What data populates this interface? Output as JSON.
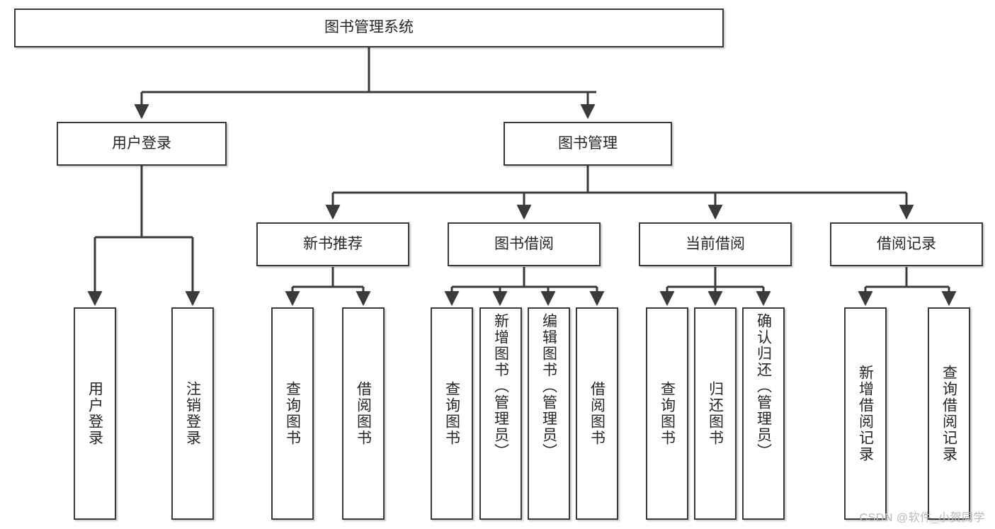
{
  "diagram": {
    "type": "tree-hierarchy",
    "title": "图书管理系统",
    "root": {
      "id": "root",
      "label": "图书管理系统"
    },
    "level1": [
      {
        "id": "user-login",
        "label": "用户登录"
      },
      {
        "id": "book-management",
        "label": "图书管理"
      }
    ],
    "level2": [
      {
        "id": "new-book-recommend",
        "label": "新书推荐",
        "parent": "book-management"
      },
      {
        "id": "book-borrow",
        "label": "图书借阅",
        "parent": "book-management"
      },
      {
        "id": "current-borrow",
        "label": "当前借阅",
        "parent": "book-management"
      },
      {
        "id": "borrow-record",
        "label": "借阅记录",
        "parent": "book-management"
      }
    ],
    "leaves": [
      {
        "id": "leaf-user-login",
        "label": "用户登录",
        "parent": "user-login"
      },
      {
        "id": "leaf-user-logout",
        "label": "注销登录",
        "parent": "user-login"
      },
      {
        "id": "leaf-query-book-1",
        "label": "查询图书",
        "parent": "new-book-recommend"
      },
      {
        "id": "leaf-borrow-book-1",
        "label": "借阅图书",
        "parent": "new-book-recommend"
      },
      {
        "id": "leaf-query-book-2",
        "label": "查询图书",
        "parent": "book-borrow"
      },
      {
        "id": "leaf-add-book",
        "label": "新增图书（管理员）",
        "parent": "book-borrow"
      },
      {
        "id": "leaf-edit-book",
        "label": "编辑图书（管理员）",
        "parent": "book-borrow"
      },
      {
        "id": "leaf-borrow-book-2",
        "label": "借阅图书",
        "parent": "book-borrow"
      },
      {
        "id": "leaf-query-book-3",
        "label": "查询图书",
        "parent": "current-borrow"
      },
      {
        "id": "leaf-return-book",
        "label": "归还图书",
        "parent": "current-borrow"
      },
      {
        "id": "leaf-confirm-return",
        "label": "确认归还（管理员）",
        "parent": "current-borrow"
      },
      {
        "id": "leaf-add-record",
        "label": "新增借阅记录",
        "parent": "borrow-record"
      },
      {
        "id": "leaf-query-record",
        "label": "查询借阅记录",
        "parent": "borrow-record"
      }
    ]
  },
  "watermark": {
    "text": "CSDN @软件_小贺同学"
  },
  "colors": {
    "border": "#3a3a3a",
    "text": "#262626",
    "background": "#ffffff",
    "connector": "#3a3a3a",
    "watermark": "#b9b9b9"
  }
}
